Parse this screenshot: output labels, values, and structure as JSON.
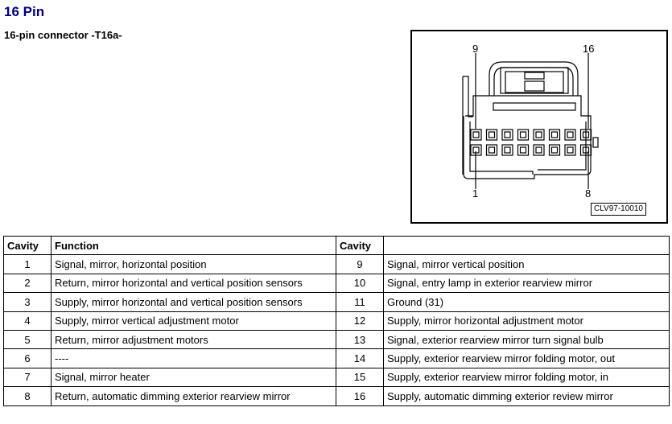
{
  "header": {
    "title": "16 Pin",
    "subtitle": "16-pin connector -T16a-"
  },
  "figure": {
    "pin_labels": {
      "top_left": "9",
      "top_right": "16",
      "bottom_left": "1",
      "bottom_right": "8"
    },
    "code": "CLV97-10010"
  },
  "table": {
    "headers": {
      "cavity_left": "Cavity",
      "function_left": "Function",
      "cavity_right": "Cavity",
      "function_right": ""
    },
    "rows": [
      {
        "c1": "1",
        "f1": "Signal, mirror, horizontal position",
        "c2": "9",
        "f2": "Signal, mirror vertical position"
      },
      {
        "c1": "2",
        "f1": "Return, mirror horizontal and vertical position sensors",
        "c2": "10",
        "f2": "Signal, entry lamp in exterior rearview mirror"
      },
      {
        "c1": "3",
        "f1": "Supply, mirror horizontal and vertical position sensors",
        "c2": "11",
        "f2": "Ground (31)"
      },
      {
        "c1": "4",
        "f1": "Supply, mirror vertical adjustment motor",
        "c2": "12",
        "f2": "Supply, mirror horizontal adjustment motor"
      },
      {
        "c1": "5",
        "f1": "Return, mirror adjustment motors",
        "c2": "13",
        "f2": "Signal, exterior rearview mirror turn signal bulb"
      },
      {
        "c1": "6",
        "f1": "----",
        "c2": "14",
        "f2": "Supply, exterior rearview mirror folding motor, out"
      },
      {
        "c1": "7",
        "f1": "Signal, mirror heater",
        "c2": "15",
        "f2": "Supply, exterior rearview mirror folding motor, in"
      },
      {
        "c1": "8",
        "f1": "Return, automatic dimming exterior rearview mirror",
        "c2": "16",
        "f2": "Supply, automatic dimming exterior review mirror"
      }
    ]
  }
}
